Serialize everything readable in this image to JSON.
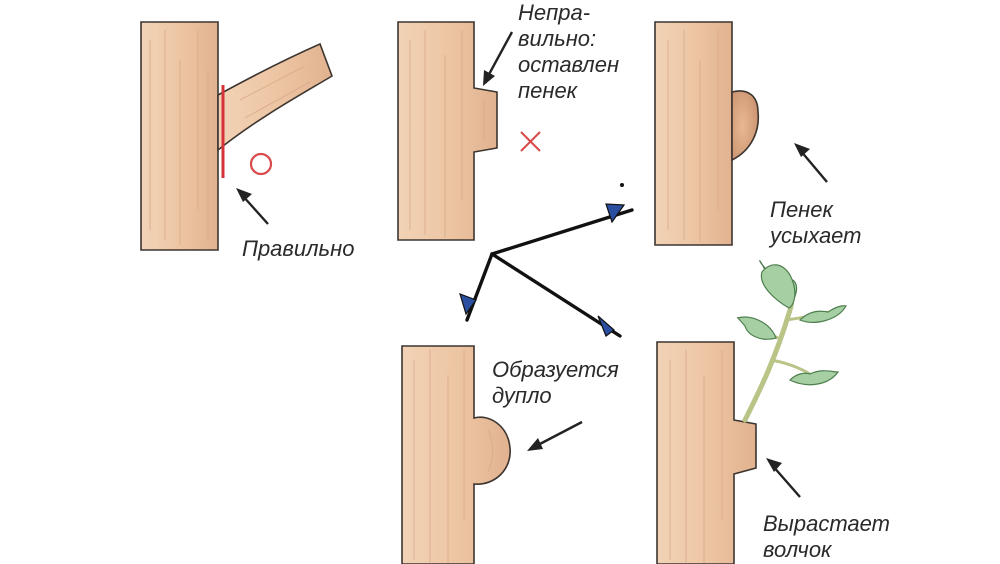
{
  "labels": {
    "correct": "Правильно",
    "wrong": "Непра-\nвильно:\nоставлен\nпенек",
    "stump_dries": "Пенек\nусыхает",
    "hollow_forms": "Образуется\nдупло",
    "water_shoot": "Вырастает\nволчок"
  },
  "symbols": {
    "correct_mark": "circle",
    "wrong_mark": "cross"
  },
  "colors": {
    "bark": "#ebc6a4",
    "bark_shade": "#d8a98a",
    "outline": "#3c3530",
    "cut_line": "#d4333a",
    "mark": "#d94a4a",
    "leaf": "#a6cfa4",
    "leaf_vein": "#5f8f5f",
    "stem": "#c9d39a",
    "arrow_blue": "#2b4fa0"
  }
}
